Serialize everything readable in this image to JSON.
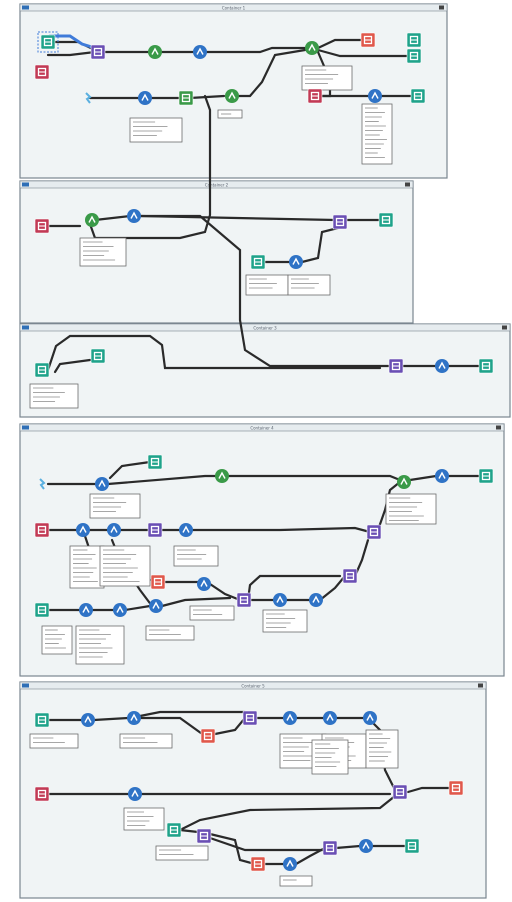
{
  "workflow": {
    "containers": [
      {
        "id": "c1",
        "title": "Container 1"
      },
      {
        "id": "c2",
        "title": "Container 2"
      },
      {
        "id": "c3",
        "title": "Container 3"
      },
      {
        "id": "c4",
        "title": "Container 4"
      },
      {
        "id": "c5",
        "title": "Container 5"
      }
    ],
    "tool_colors": {
      "input": "#1fa38a",
      "output": "#1fa38a",
      "prep": "#2f73c6",
      "join": "#6a4fb4",
      "parse": "#e0584b",
      "transform": "#3a9a48",
      "developer": "#c23a55",
      "spatial": "#5bb0e0"
    },
    "connection_color": "#2a2a2a",
    "highlight_color": "#3f7bd9"
  }
}
